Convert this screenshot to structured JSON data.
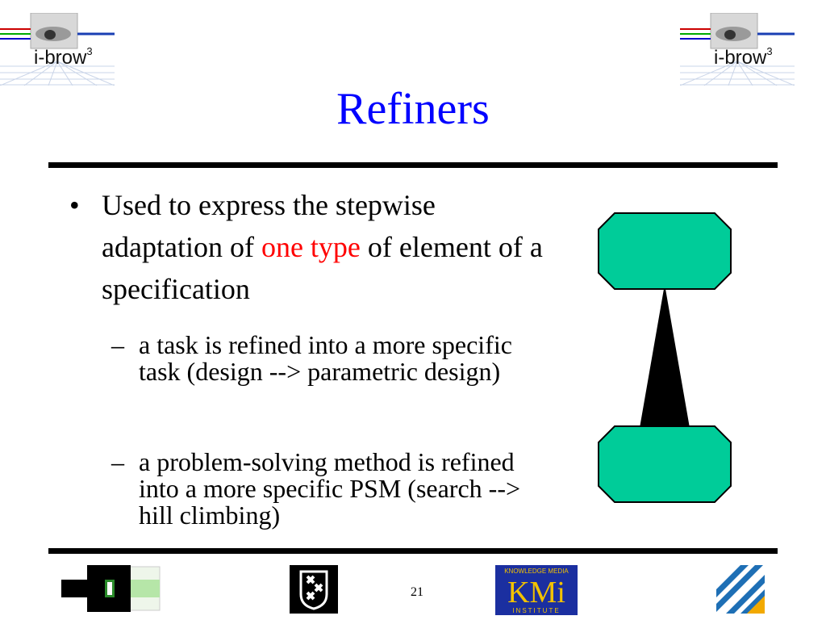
{
  "logos": {
    "left": {
      "brand": "i-brow",
      "superscript": "3"
    },
    "right": {
      "brand": "i-brow",
      "superscript": "3"
    }
  },
  "title": "Refiners",
  "bullet": {
    "before": "Used to express the stepwise adaptation of ",
    "highlight": "one type",
    "after": " of element of a specification"
  },
  "subitems": [
    "a task is refined into a more specific task (design --> parametric design)",
    "a problem-solving method is refined into a more specific PSM (search --> hill climbing)"
  ],
  "page_number": "21",
  "footer_logos": {
    "kmi_top": "KNOWLEDGE MEDIA",
    "kmi_main": "KMi",
    "kmi_bottom": "INSTITUTE"
  },
  "colors": {
    "title": "#0000ff",
    "highlight": "#ff0000",
    "node_fill": "#00cc99",
    "rule": "#000000"
  }
}
